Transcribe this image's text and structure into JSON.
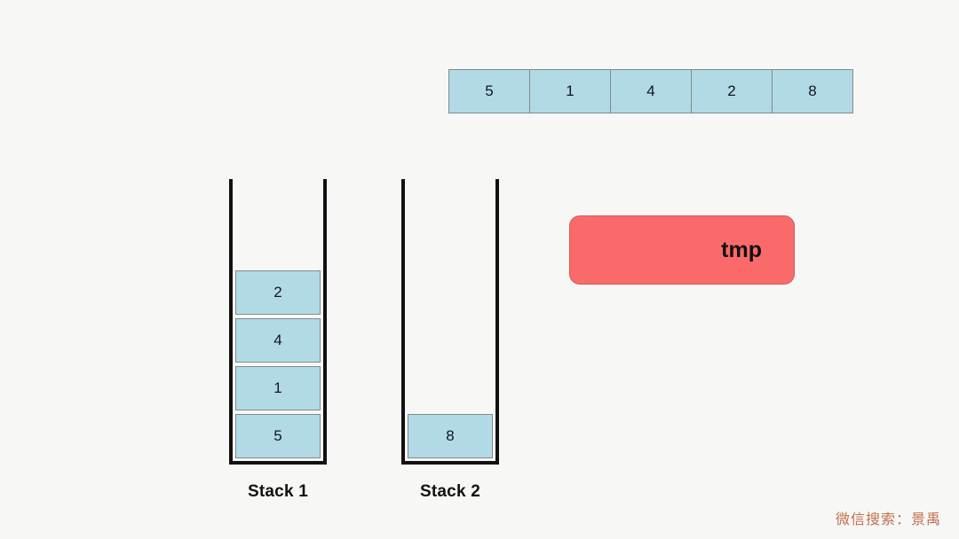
{
  "background_color": "#f7f7f5",
  "palette": {
    "cell_fill": "#b2dae6",
    "cell_border": "#808a8c",
    "wall_color": "#111111",
    "tmp_fill": "#fb6a6a",
    "tmp_border": "#d25a5c",
    "watermark_color": "#c1714f",
    "text_color": "#10161f"
  },
  "input_array": {
    "name": "input-array",
    "values": [
      "5",
      "1",
      "4",
      "2",
      "8"
    ]
  },
  "stacks": [
    {
      "id": "stack1",
      "label": "Stack 1",
      "items_bottom_to_top": [
        "5",
        "1",
        "4",
        "2"
      ]
    },
    {
      "id": "stack2",
      "label": "Stack 2",
      "items_bottom_to_top": [
        "8"
      ]
    }
  ],
  "tmp": {
    "label": "tmp",
    "value": ""
  },
  "watermark": {
    "text": "微信搜索：景禹"
  }
}
